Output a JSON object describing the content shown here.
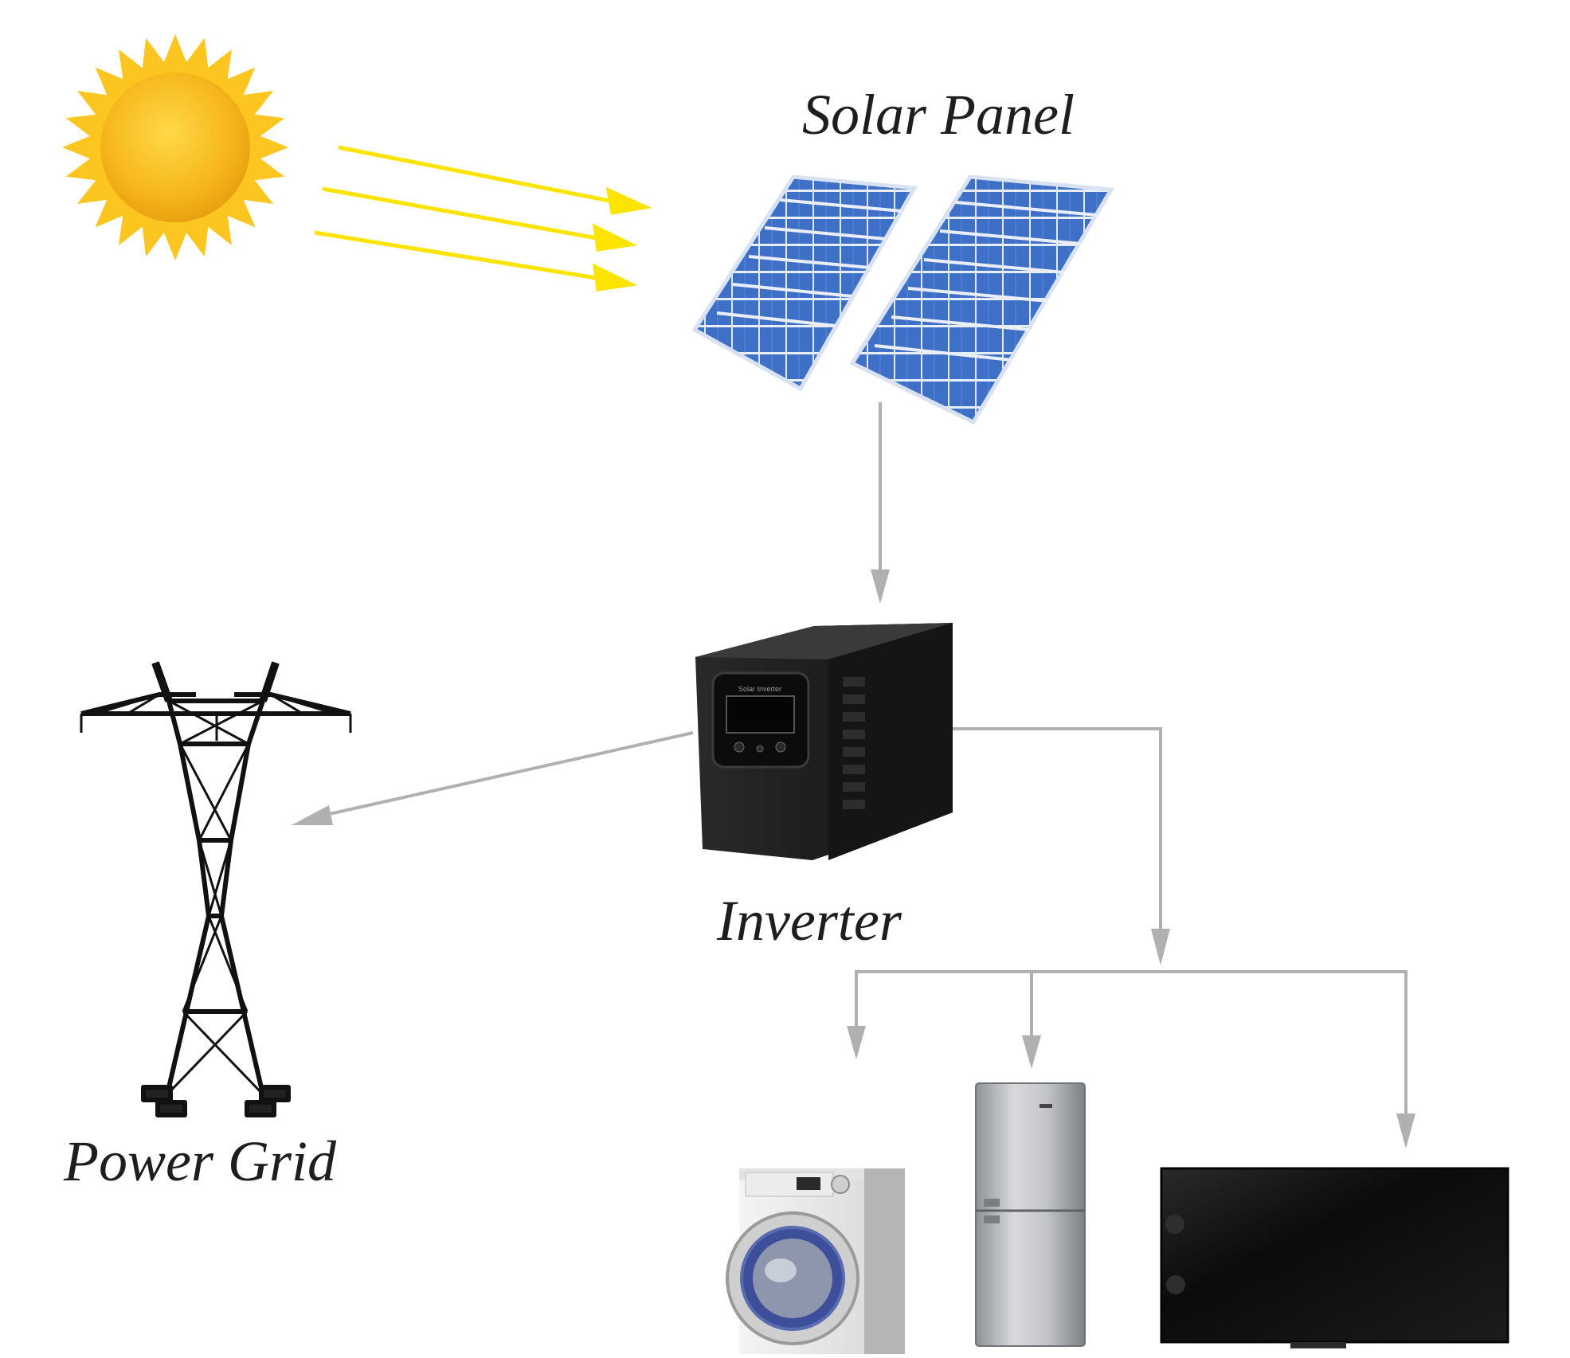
{
  "labels": {
    "solar_panel": "Solar Panel",
    "inverter": "Inverter",
    "power_grid": "Power Grid"
  },
  "inverter_display": "Solar Inverter",
  "colors": {
    "sun_core": "#f7b81a",
    "sun_rays": "#fde300",
    "panel_cell": "#3d6fc6",
    "panel_grid": "#e9eef8",
    "connector": "#b0b0b0",
    "inverter_body": "#1b1b1b",
    "text": "#1e1e1e"
  },
  "icons": [
    "sun-icon",
    "solar-panel-icon",
    "inverter-icon",
    "power-tower-icon",
    "washing-machine-icon",
    "refrigerator-icon",
    "television-icon"
  ]
}
